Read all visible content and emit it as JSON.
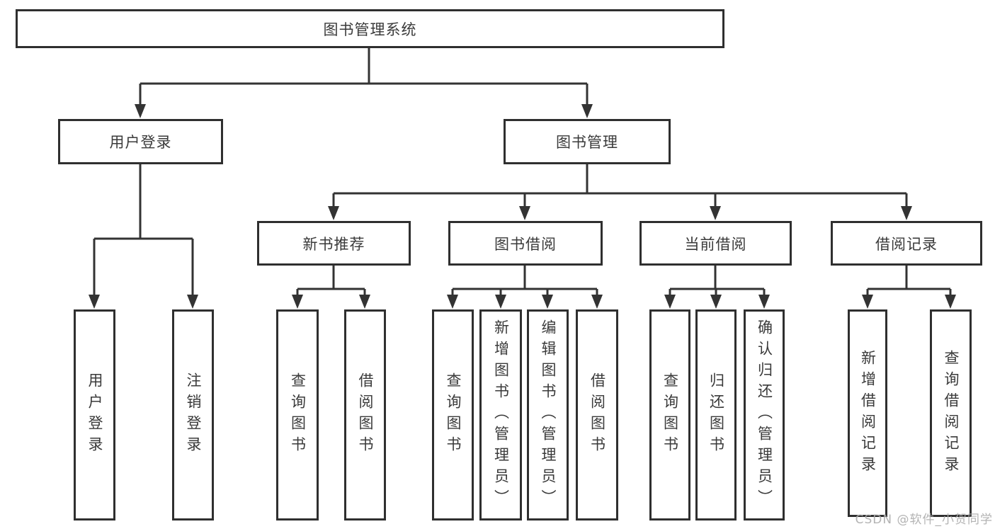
{
  "diagram": {
    "root": "图书管理系统",
    "level2": [
      "用户登录",
      "图书管理"
    ],
    "level3": [
      "新书推荐",
      "图书借阅",
      "当前借阅",
      "借阅记录"
    ],
    "leaves": {
      "user_login": [
        "用户登录",
        "注销登录"
      ],
      "new_book_recommend": [
        "查询图书",
        "借阅图书"
      ],
      "book_borrow": [
        "查询图书",
        "新增图书（管理员）",
        "编辑图书（管理员）",
        "借阅图书"
      ],
      "current_borrow": [
        "查询图书",
        "归还图书",
        "确认归还（管理员）"
      ],
      "borrow_records": [
        "新增借阅记录",
        "查询借阅记录"
      ]
    }
  },
  "watermark": "CSDN @软件_小贺同学",
  "colors": {
    "line": "#333333",
    "box_border": "#2f2f2f",
    "text": "#3a3a3a",
    "watermark": "#ababab",
    "background": "#ffffff"
  }
}
